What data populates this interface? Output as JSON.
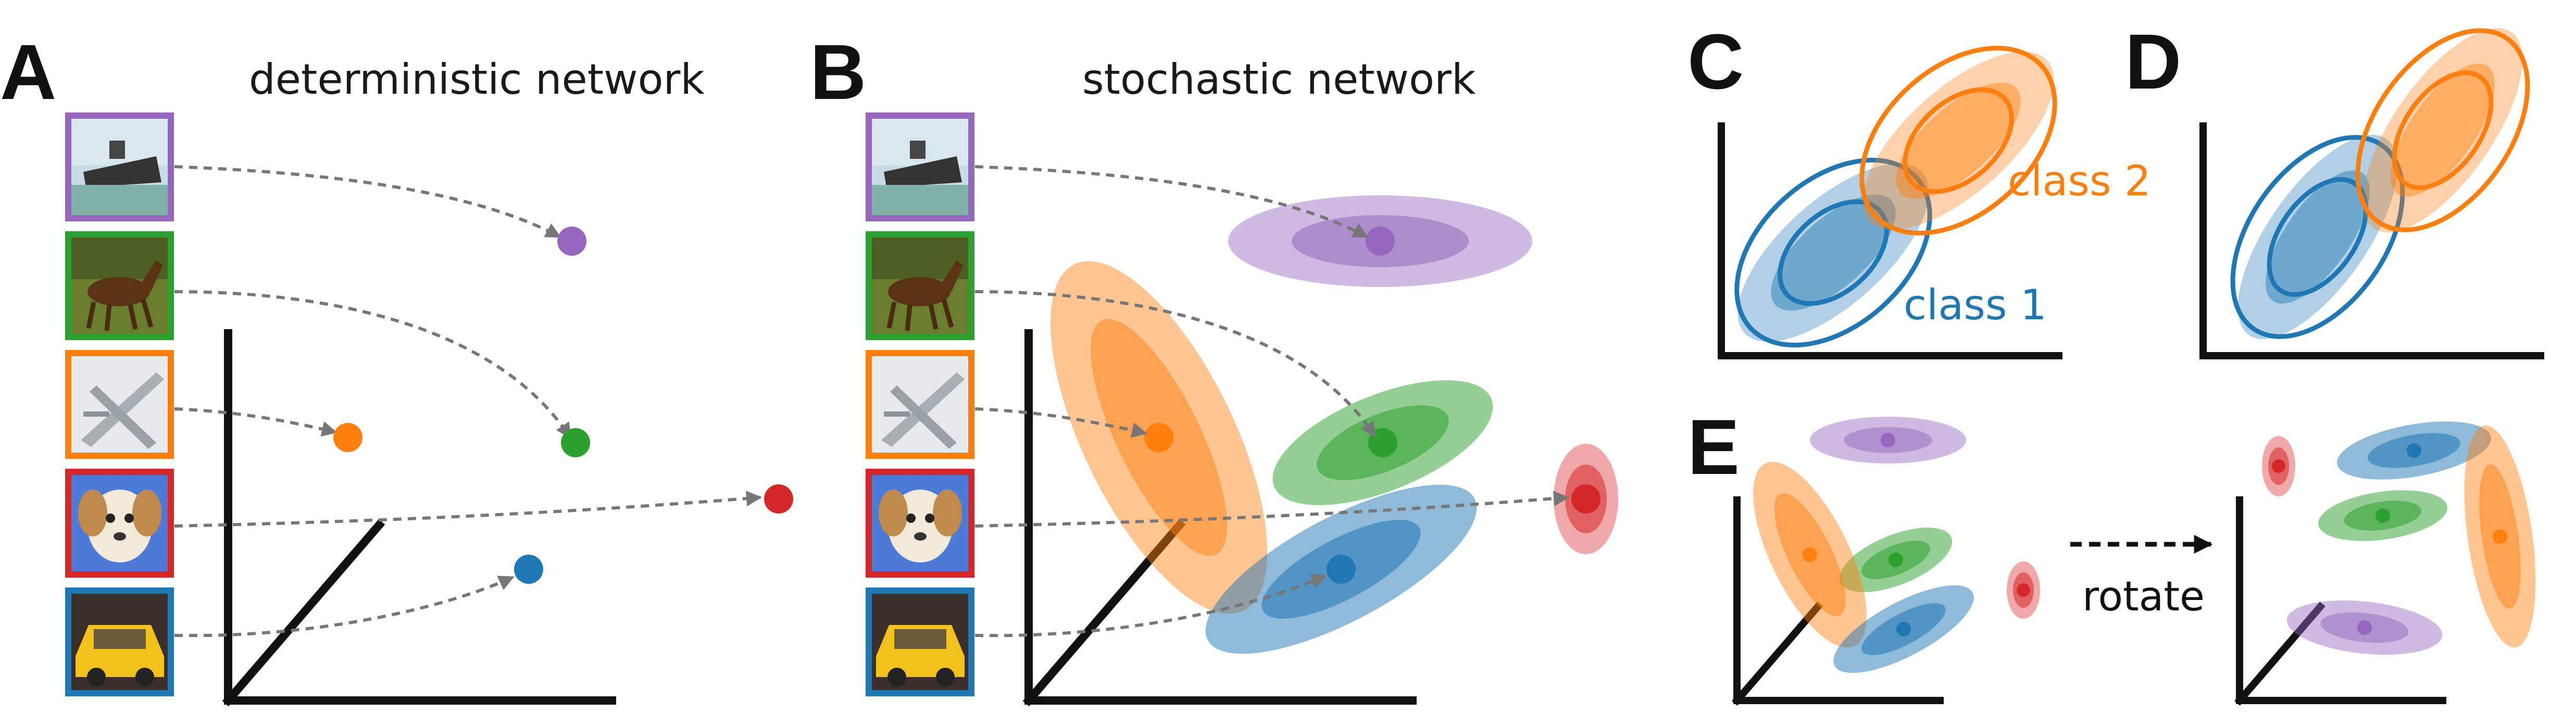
{
  "panels": {
    "A": {
      "letter": "A",
      "title": "deterministic network"
    },
    "B": {
      "letter": "B",
      "title": "stochastic network"
    },
    "C": {
      "letter": "C",
      "class1_label": "class 1",
      "class2_label": "class 2"
    },
    "D": {
      "letter": "D"
    },
    "E": {
      "letter": "E",
      "arrow_label": "rotate"
    }
  },
  "thumbnails": [
    "ship-image",
    "horse-image",
    "airplane-image",
    "dog-image",
    "car-image"
  ],
  "colors": {
    "purple": "#9467bd",
    "green": "#2ca02c",
    "orange": "#ff7f0e",
    "red": "#d62728",
    "blue": "#1f77b4",
    "axis": "#111111",
    "arrow": "#777777"
  }
}
